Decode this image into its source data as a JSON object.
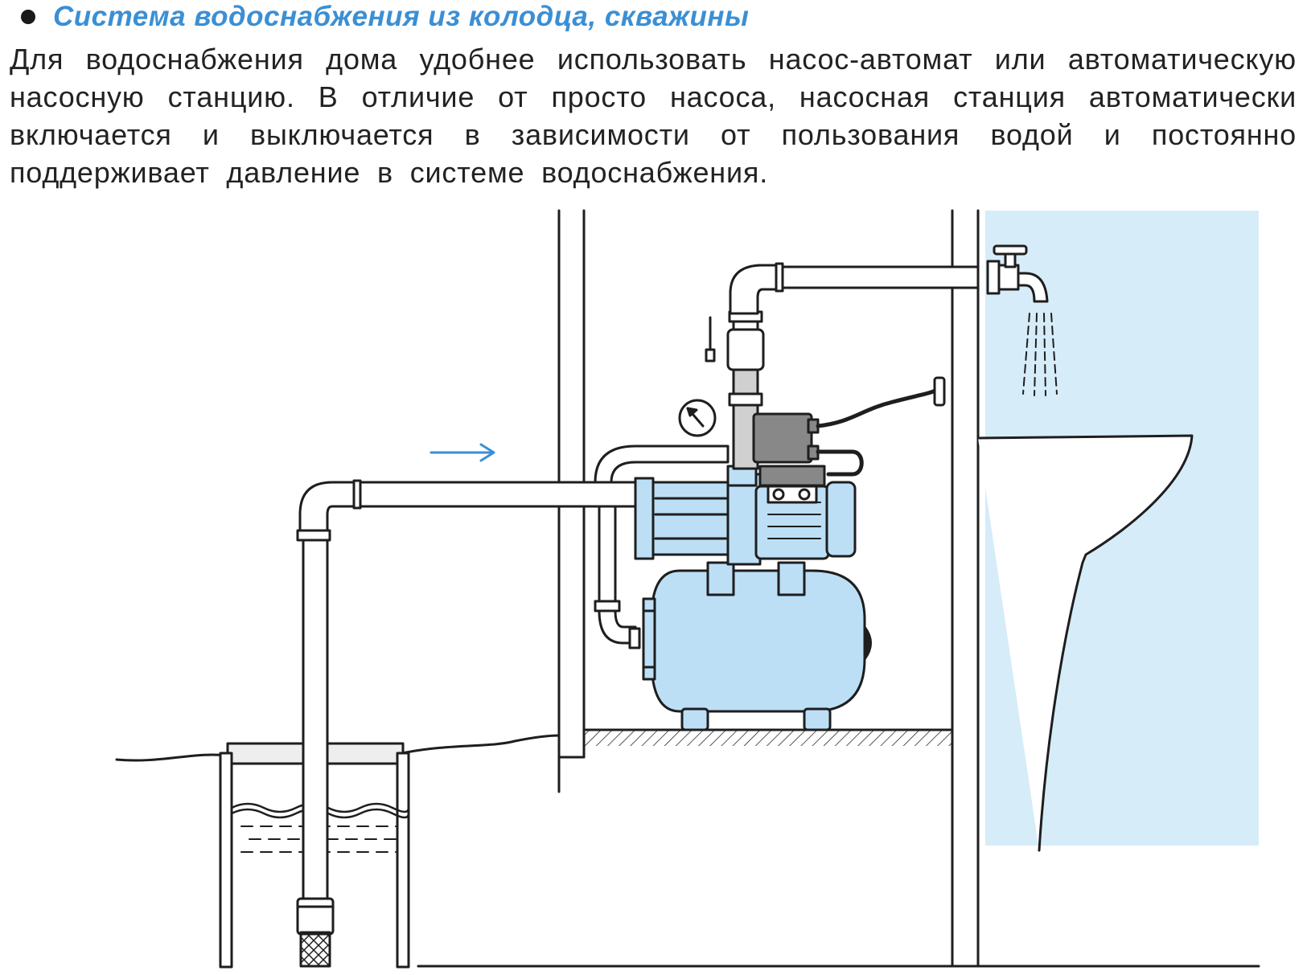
{
  "heading": {
    "bullet_icon": "bullet-dot",
    "text": "Система водоснабжения из колодца, скважины"
  },
  "paragraph": "Для водоснабжения дома удобнее использовать насос-автомат или автоматическую насосную станцию. В отличие от просто насоса, насосная станция автоматически включается и выключается в зависимости от пользования водой и постоянно поддерживает давление в системе водоснабжения.",
  "colors": {
    "accent": "#3b8fd4",
    "equipment_blue": "#bcdff6",
    "sink_blue": "#d6ecf9",
    "line": "#1e1e1e"
  },
  "icons": {
    "flow_arrow": "arrow-right-icon",
    "pressure_gauge": "gauge-icon",
    "tap": "faucet-icon"
  }
}
